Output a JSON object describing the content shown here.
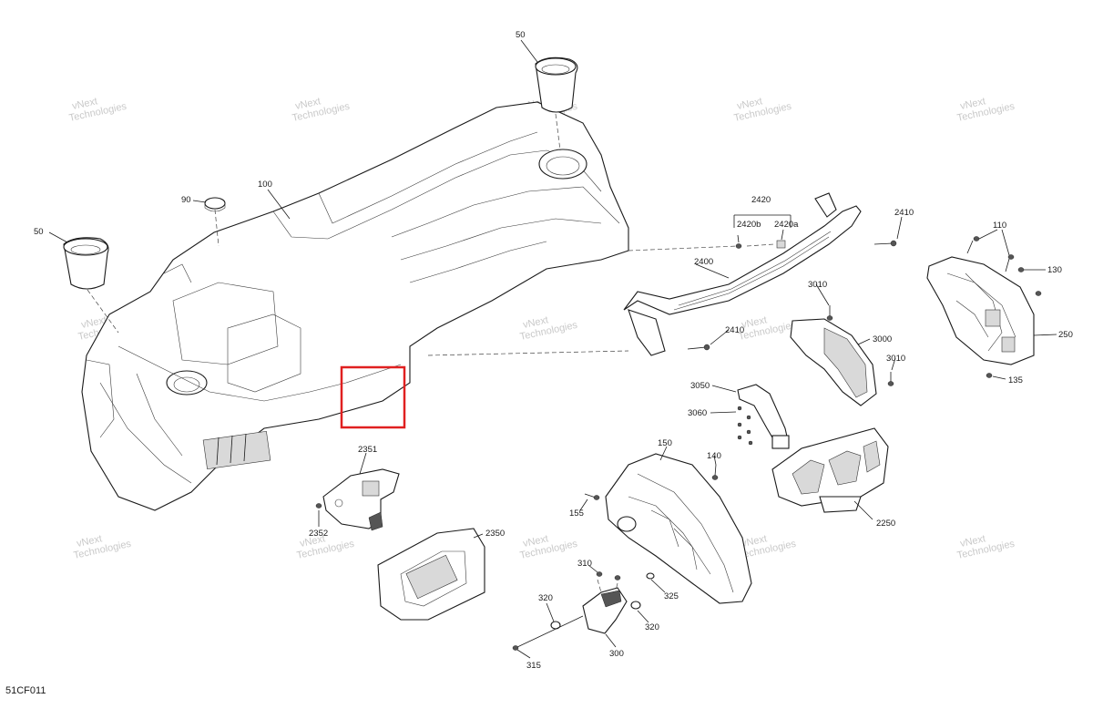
{
  "diagram_code": "51CF011",
  "watermark": [
    "vNext",
    "Technologies"
  ],
  "labels": {
    "l50a": "50",
    "l50b": "50",
    "l90": "90",
    "l100": "100",
    "l2420": "2420",
    "l2420b": "2420b",
    "l2420a": "2420a",
    "l2410a": "2410",
    "l2410b": "2410",
    "l2400": "2400",
    "l110": "110",
    "l130": "130",
    "l250": "250",
    "l135": "135",
    "l3010a": "3010",
    "l3010b": "3010",
    "l3000": "3000",
    "l3050": "3050",
    "l3060": "3060",
    "l2351": "2351",
    "l2352": "2352",
    "l2350": "2350",
    "l150": "150",
    "l140": "140",
    "l155": "155",
    "l2250": "2250",
    "l310": "310",
    "l325": "325",
    "l320a": "320",
    "l320b": "320",
    "l300": "300",
    "l315": "315"
  },
  "highlight_color": "#e02020"
}
